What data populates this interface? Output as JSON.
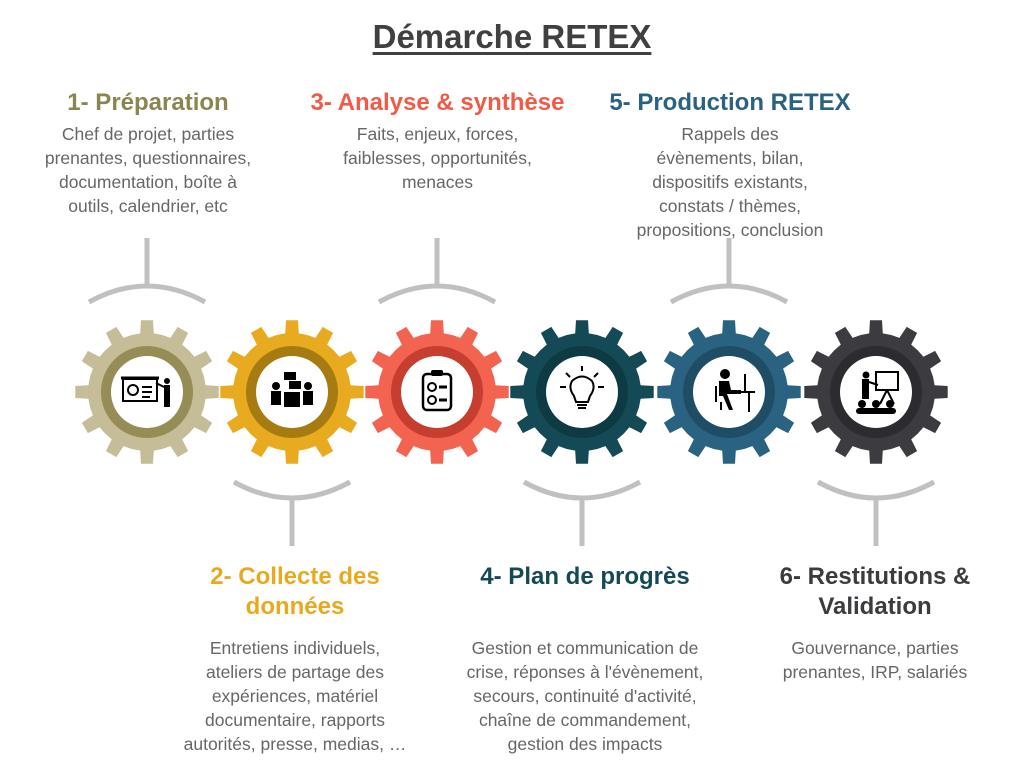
{
  "title": "Démarche RETEX",
  "steps": [
    {
      "title": "1- Préparation",
      "desc": [
        "Chef de projet, parties",
        "prenantes, questionnaires,",
        "documentation, boîte à",
        "outils, calendrier, etc"
      ],
      "color": "#8a8650",
      "gear": "#c5bc98",
      "ring": "#958d55",
      "icon": "presentation-board-icon"
    },
    {
      "title": "2- Collecte des données",
      "title_lines": [
        "2- Collecte des",
        "données"
      ],
      "desc": [
        "Entretiens individuels,",
        "ateliers de partage des",
        "expériences, matériel",
        "documentaire, rapports",
        "autorités, presse, medias, …"
      ],
      "color": "#e8a91e",
      "gear": "#e8ab1f",
      "ring": "#a67b12",
      "icon": "meeting-icon"
    },
    {
      "title": "3- Analyse & synthèse",
      "desc": [
        "Faits, enjeux, forces,",
        "faiblesses, opportunités,",
        "menaces"
      ],
      "color": "#f15a47",
      "gear": "#f26350",
      "ring": "#c63e2f",
      "icon": "checklist-icon"
    },
    {
      "title": "4- Plan de progrès",
      "desc": [
        "Gestion et communication de",
        "crise, réponses à l'évènement,",
        "secours, continuité d'activité,",
        "chaîne de commandement,",
        "gestion des impacts"
      ],
      "color": "#134a55",
      "gear": "#134a55",
      "ring": "#0e3a43",
      "icon": "lightbulb-icon"
    },
    {
      "title": "5- Production RETEX",
      "desc": [
        "Rappels des",
        "évènements, bilan,",
        "dispositifs existants,",
        "constats / thèmes,",
        "propositions, conclusion"
      ],
      "color": "#2a6381",
      "gear": "#2a6381",
      "ring": "#1f4d66",
      "icon": "person-at-desk-icon"
    },
    {
      "title": "6- Restitutions & Validation",
      "title_lines": [
        "6- Restitutions &",
        "Validation"
      ],
      "desc": [
        "Gouvernance, parties",
        "prenantes, IRP, salariés"
      ],
      "color": "#3c3c40",
      "gear": "#3c3c40",
      "ring": "#2c2c30",
      "icon": "audience-presentation-icon"
    }
  ]
}
